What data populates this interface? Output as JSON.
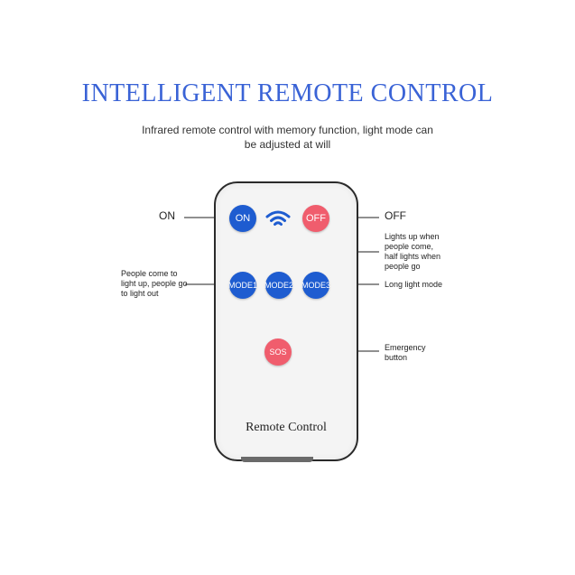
{
  "header": {
    "title": "INTELLIGENT REMOTE CONTROL",
    "subtitle": "Infrared remote control with memory function, light mode can be adjusted at will"
  },
  "remote": {
    "label": "Remote Control",
    "buttons": {
      "on": "ON",
      "off": "OFF",
      "mode1": "MODE1",
      "mode2": "MODE2",
      "mode3": "MODE3",
      "sos": "SOS"
    },
    "icons": {
      "wifi": "wifi-signal-icon"
    }
  },
  "callouts": {
    "on": "ON",
    "off": "OFF",
    "mode1": "People come to light up, people go to light out",
    "mode2": "Lights up when people come, half lights when people go",
    "mode3": "Long light mode",
    "sos": "Emergency button"
  },
  "colors": {
    "title": "#3a63d6",
    "blue_button": "#1e5cd0",
    "red_button": "#f05d6d"
  }
}
